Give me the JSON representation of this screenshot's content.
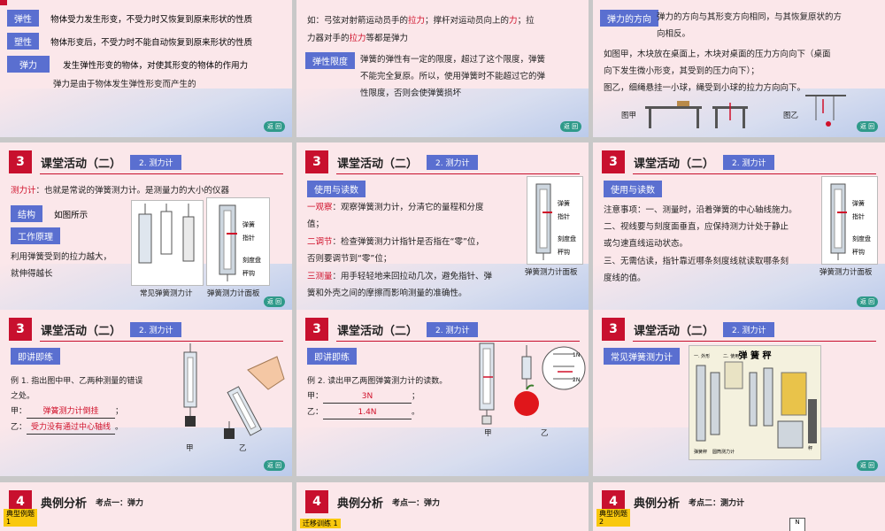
{
  "row1": {
    "s1": {
      "tag1": "弹性",
      "text1": "物体受力发生形变，不受力时又恢复到原来形状的性质",
      "tag2": "塑性",
      "text2": "物体形变后，不受力时不能自动恢复到原来形状的性质",
      "tag3": "弹力",
      "text3": "发生弹性形变的物体，对使其形变的物体的作用力",
      "text4": "弹力是由于物体发生弹性形变而产生的"
    },
    "s2": {
      "p1a": "如：弓弦对射箭运动员手的",
      "p1b": "拉力",
      "p1c": "；撑杆对运动员向上的",
      "p1d": "力",
      "p1e": "；拉",
      "p2a": "力器对手的",
      "p2b": "拉力",
      "p2c": "等都是弹力",
      "tag": "弹性限度",
      "t1": "弹簧的弹性有一定的限度，超过了这个限度，弹簧",
      "t2": "不能完全复原。所以，使用弹簧时不能超过它的弹",
      "t3": "性限度，否则会使弹簧损坏"
    },
    "s3": {
      "tag": "弹力的方向",
      "t1": "弹力的方向与其形变方向相同，与其恢复原状的方",
      "t2": "向相反。",
      "t3": "如图甲，木块放在桌面上，木块对桌面的压力方向向下（桌面",
      "t4": "向下发生微小形变，其受到的压力向下）；",
      "t5": "图乙，细绳悬挂一小球，绳受到小球的拉力方向向下。",
      "cap1": "图甲",
      "cap2": "图乙"
    }
  },
  "row2": {
    "s4": {
      "num": "3",
      "title": "课堂活动（二）",
      "sub": "2. 测力计",
      "l1a": "测力计",
      "l1b": "：也就是常说的弹簧测力计。是测量力的大小的仪器",
      "tag1": "结构",
      "l2": "如图所示",
      "tag2": "工作原理",
      "l3": "利用弹簧受到的拉力越大，",
      "l4": "就伸得越长",
      "cap1": "常见弹簧测力计",
      "cap2": "弹簧测力计面板",
      "lab1": "弹簧",
      "lab2": "指针",
      "lab3": "刻度盘",
      "lab4": "秤钩"
    },
    "s5": {
      "num": "3",
      "title": "课堂活动（二）",
      "sub": "2. 测力计",
      "tag": "使用与读数",
      "a1": "一观察",
      "a2": "：观察弹簧测力计，分清它的量程和分度",
      "a3": "值；",
      "b1": "二调节",
      "b2": "：检查弹簧测力计指针是否指在“零”位，",
      "b3": "否则要调节到“零”位；",
      "c1": "三测量",
      "c2": "：用手轻轻地来回拉动几次，避免指针、弹",
      "c3": "簧和外壳之间的摩擦而影响测量的准确性。",
      "cap": "弹簧测力计面板",
      "lab1": "弹簧",
      "lab2": "指针",
      "lab3": "刻度盘",
      "lab4": "秤钩"
    },
    "s6": {
      "num": "3",
      "title": "课堂活动（二）",
      "sub": "2. 测力计",
      "tag": "使用与读数",
      "n1": "注意事项：一、测量时，沿着弹簧的中心轴线施力。",
      "n2": "二、视线要与刻度面垂直，应保持测力计处于静止",
      "n3": "或匀速直线运动状态。",
      "n4": "三、无需估读，指针靠近哪条刻度线就读取哪条刻",
      "n5": "度线的值。",
      "cap": "弹簧测力计面板",
      "lab1": "弹簧",
      "lab2": "指针",
      "lab3": "刻度盘",
      "lab4": "秤钩"
    }
  },
  "row3": {
    "s7": {
      "num": "3",
      "title": "课堂活动（二）",
      "sub": "2. 测力计",
      "tag": "即讲即练",
      "q1": "例 1. 指出图中甲、乙两种测量的错误",
      "q2": "之处。",
      "ja": "甲：",
      "jans": "弹簧测力计倒挂",
      "jend": "；",
      "ya": "乙：",
      "yans": "受力没有通过中心轴线",
      "yend": "。",
      "cap1": "甲",
      "cap2": "乙"
    },
    "s8": {
      "num": "3",
      "title": "课堂活动（二）",
      "sub": "2. 测力计",
      "tag": "即讲即练",
      "q1": "例 2. 读出甲乙两图弹簧测力计的读数。",
      "ja": "甲：",
      "jans": "3N",
      "jend": "；",
      "ya": "乙：",
      "yans": "1.4N",
      "yend": "。",
      "cap1": "甲",
      "cap2": "乙",
      "g1": "1N",
      "g2": "2N"
    },
    "s9": {
      "num": "3",
      "title": "课堂活动（二）",
      "sub": "2. 测力计",
      "tag": "常见弹簧测力计",
      "img_title": "弹 簧 秤",
      "c1": "一. 外形",
      "c2": "二. 使用",
      "b1": "弹簧秤",
      "b2": "圆筒测力计",
      "b3": "秤"
    }
  },
  "row4": {
    "s10": {
      "num": "4",
      "title": "典例分析",
      "sub": "考点一：弹力",
      "tag": "典型例题\n1"
    },
    "s11": {
      "num": "4",
      "title": "典例分析",
      "sub": "考点一：弹力",
      "tag": "迁移训练 1"
    },
    "s12": {
      "num": "4",
      "title": "典例分析",
      "sub": "考点二：测力计",
      "tag": "典型例题\n2",
      "n": "N"
    }
  },
  "common": {
    "btn": "返 回"
  }
}
